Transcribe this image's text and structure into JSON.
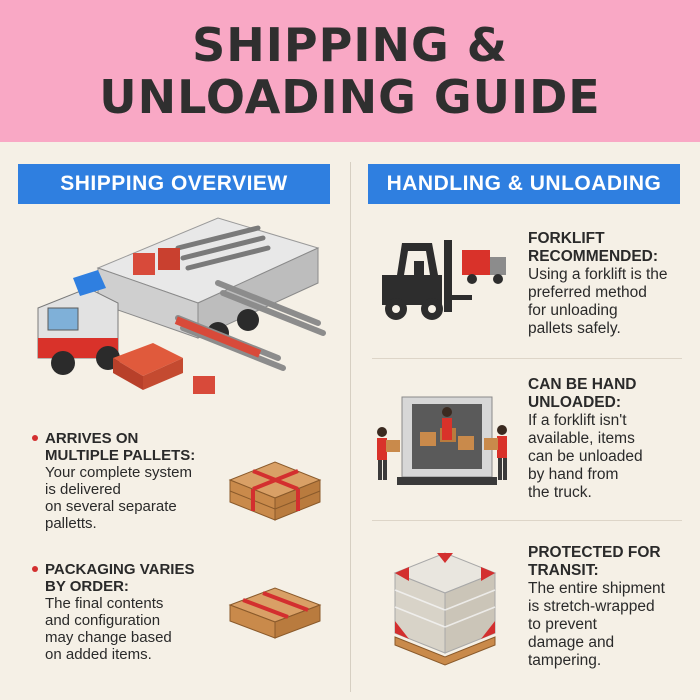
{
  "header": {
    "title_line1": "SHIPPING &",
    "title_line2": "UNLOADING GUIDE"
  },
  "left": {
    "banner": "SHIPPING OVERVIEW",
    "items": [
      {
        "head_1": "ARRIVES ON",
        "head_2": "MULTIPLE PALLETS:",
        "body_1": "Your complete system",
        "body_2": "is delivered",
        "body_3": "on several separate",
        "body_4": "palletts."
      },
      {
        "head_1": "PACKAGING VARIES",
        "head_2": "BY ORDER:",
        "body_1": "The final contents",
        "body_2": "and configuration",
        "body_3": "may change based",
        "body_4": "on added items."
      }
    ]
  },
  "right": {
    "banner": "HANDLING & UNLOADING",
    "items": [
      {
        "head_1": "FORKLIFT",
        "head_2": "RECOMMENDED:",
        "body_1": "Using a forklift is the",
        "body_2": "preferred method",
        "body_3": "for unloading",
        "body_4": "pallets safely."
      },
      {
        "head_1": "CAN BE HAND",
        "head_2": "UNLOADED:",
        "body_1": "If a forklift isn't",
        "body_2": "available, items",
        "body_3": "can be unloaded",
        "body_4": "by hand from",
        "body_5": "the truck."
      },
      {
        "head_1": "PROTECTED FOR",
        "head_2": "TRANSIT:",
        "body_1": "The entire shipment",
        "body_2": "is stretch-wrapped",
        "body_3": "to prevent",
        "body_4": "damage and",
        "body_5": "tampering."
      }
    ]
  },
  "colors": {
    "header_bg": "#f9a8c5",
    "banner_bg": "#2f7fe0",
    "accent_red": "#d32f2f",
    "wood": "#c98a4b",
    "page_bg": "#f5f0e6"
  },
  "icons": [
    "truck-icon",
    "pallet-icon",
    "forklift-icon",
    "hand-unload-icon",
    "wrapped-pallet-icon"
  ]
}
